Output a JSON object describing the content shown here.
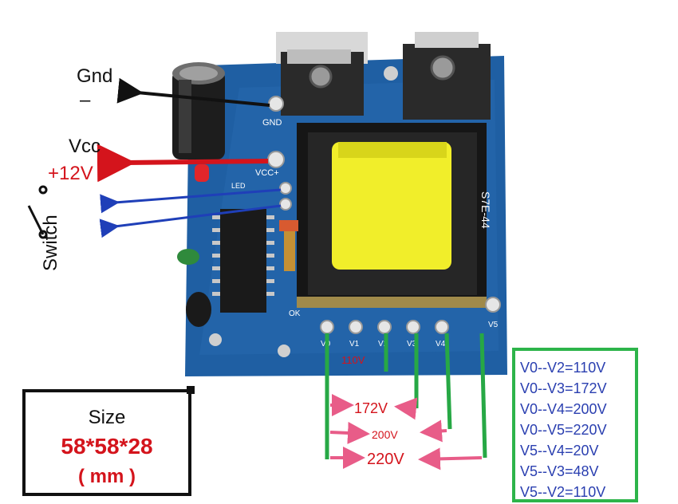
{
  "labels": {
    "gnd": "Gnd",
    "gnd_sign": "–",
    "vcc": "Vcc",
    "vcc_value": "+12V",
    "switch": "Switch"
  },
  "board_silkscreen": {
    "gnd": "GND",
    "vcc": "VCC+",
    "led": "LED",
    "transformer": "S7E-44",
    "pins": [
      "V0",
      "V1",
      "V2",
      "V3",
      "V4",
      "V5"
    ],
    "ok": "OK"
  },
  "board_annotations": {
    "v2_voltage": "110V",
    "v3_voltage": "172V",
    "v4_voltage": "200V",
    "v5_voltage": "220V"
  },
  "size_box": {
    "title": "Size",
    "value": "58*58*28",
    "unit": "( mm )"
  },
  "legend": [
    "V0--V2=110V",
    "V0--V3=172V",
    "V0--V4=200V",
    "V0--V5=220V",
    "V5--V4=20V",
    "V5--V3=48V",
    "V5--V2=110V"
  ],
  "colors": {
    "board": "#1f5fa3",
    "transformer_core": "#f1ee2a",
    "arrow_red": "#d4141c",
    "arrow_blue": "#1f3fb8",
    "arrow_pink": "#e85c88",
    "legend_border": "#2db44a",
    "legend_text": "#2a3fb0",
    "wire_green": "#27a845"
  }
}
